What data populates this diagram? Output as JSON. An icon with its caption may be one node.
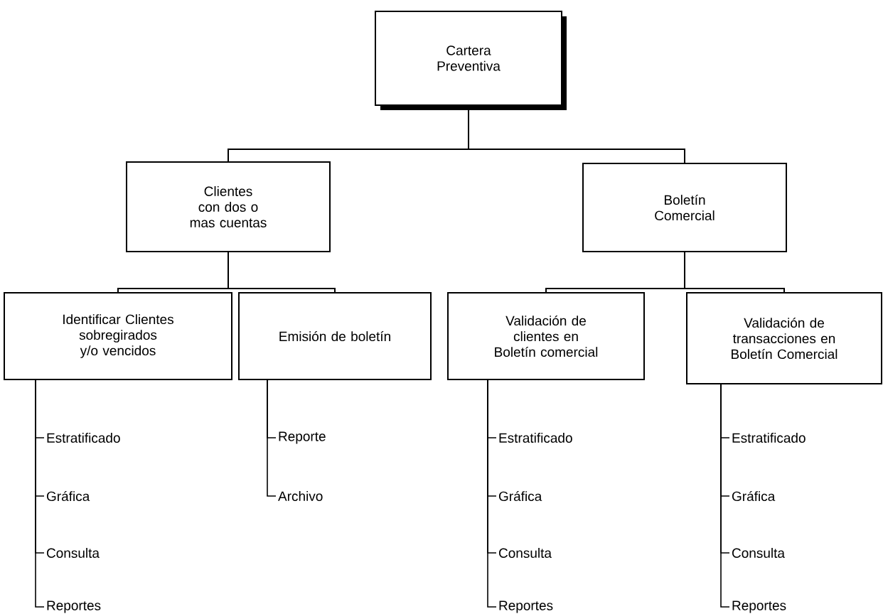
{
  "diagram": {
    "nodes": [
      {
        "text": [
          "Cartera Preventiva"
        ]
      },
      {
        "text": [
          "Clientes con dos o mas cuentas"
        ]
      },
      {
        "text": [
          "Boletín Comercial"
        ]
      },
      {
        "text": [
          "Identificar Clientes sobregirados y/o vencidos"
        ]
      },
      {
        "text": [
          "Emisión de boletín"
        ]
      },
      {
        "text": [
          "Validación de clientes en Boletín comercial"
        ]
      },
      {
        "text": [
          "Validación de transacciones en Boletín Comercial"
        ]
      },
      {
        "text": [
          "Estratificado"
        ]
      },
      {
        "text": [
          "Gráfica"
        ]
      },
      {
        "text": [
          "Consulta"
        ]
      },
      {
        "text": [
          "Reportes"
        ]
      },
      {
        "text": [
          "Reporte"
        ]
      },
      {
        "text": [
          "Archivo"
        ]
      },
      {
        "text": [
          "Estratificado"
        ]
      },
      {
        "text": [
          "Gráfica"
        ]
      },
      {
        "text": [
          "Consulta"
        ]
      },
      {
        "text": [
          "Reportes"
        ]
      },
      {
        "text": [
          "Estratificado"
        ]
      },
      {
        "text": [
          "Gráfica"
        ]
      },
      {
        "text": [
          "Consulta"
        ]
      },
      {
        "text": [
          "Reportes"
        ]
      }
    ],
    "edges": [
      {
        "from": 0,
        "to": 1,
        "arrow": "none"
      },
      {
        "from": 0,
        "to": 2,
        "arrow": "none"
      },
      {
        "from": 1,
        "to": 3,
        "arrow": "none"
      },
      {
        "from": 1,
        "to": 4,
        "arrow": "none"
      },
      {
        "from": 2,
        "to": 5,
        "arrow": "none"
      },
      {
        "from": 2,
        "to": 6,
        "arrow": "none"
      },
      {
        "from": 3,
        "to": 7,
        "arrow": "none"
      },
      {
        "from": 3,
        "to": 8,
        "arrow": "none"
      },
      {
        "from": 3,
        "to": 9,
        "arrow": "none"
      },
      {
        "from": 3,
        "to": 10,
        "arrow": "none"
      },
      {
        "from": 4,
        "to": 11,
        "arrow": "none"
      },
      {
        "from": 4,
        "to": 12,
        "arrow": "none"
      },
      {
        "from": 5,
        "to": 13,
        "arrow": "none"
      },
      {
        "from": 5,
        "to": 14,
        "arrow": "none"
      },
      {
        "from": 5,
        "to": 15,
        "arrow": "none"
      },
      {
        "from": 5,
        "to": 16,
        "arrow": "none"
      },
      {
        "from": 6,
        "to": 17,
        "arrow": "none"
      },
      {
        "from": 6,
        "to": 18,
        "arrow": "none"
      },
      {
        "from": 6,
        "to": 19,
        "arrow": "none"
      },
      {
        "from": 6,
        "to": 20,
        "arrow": "none"
      }
    ]
  }
}
